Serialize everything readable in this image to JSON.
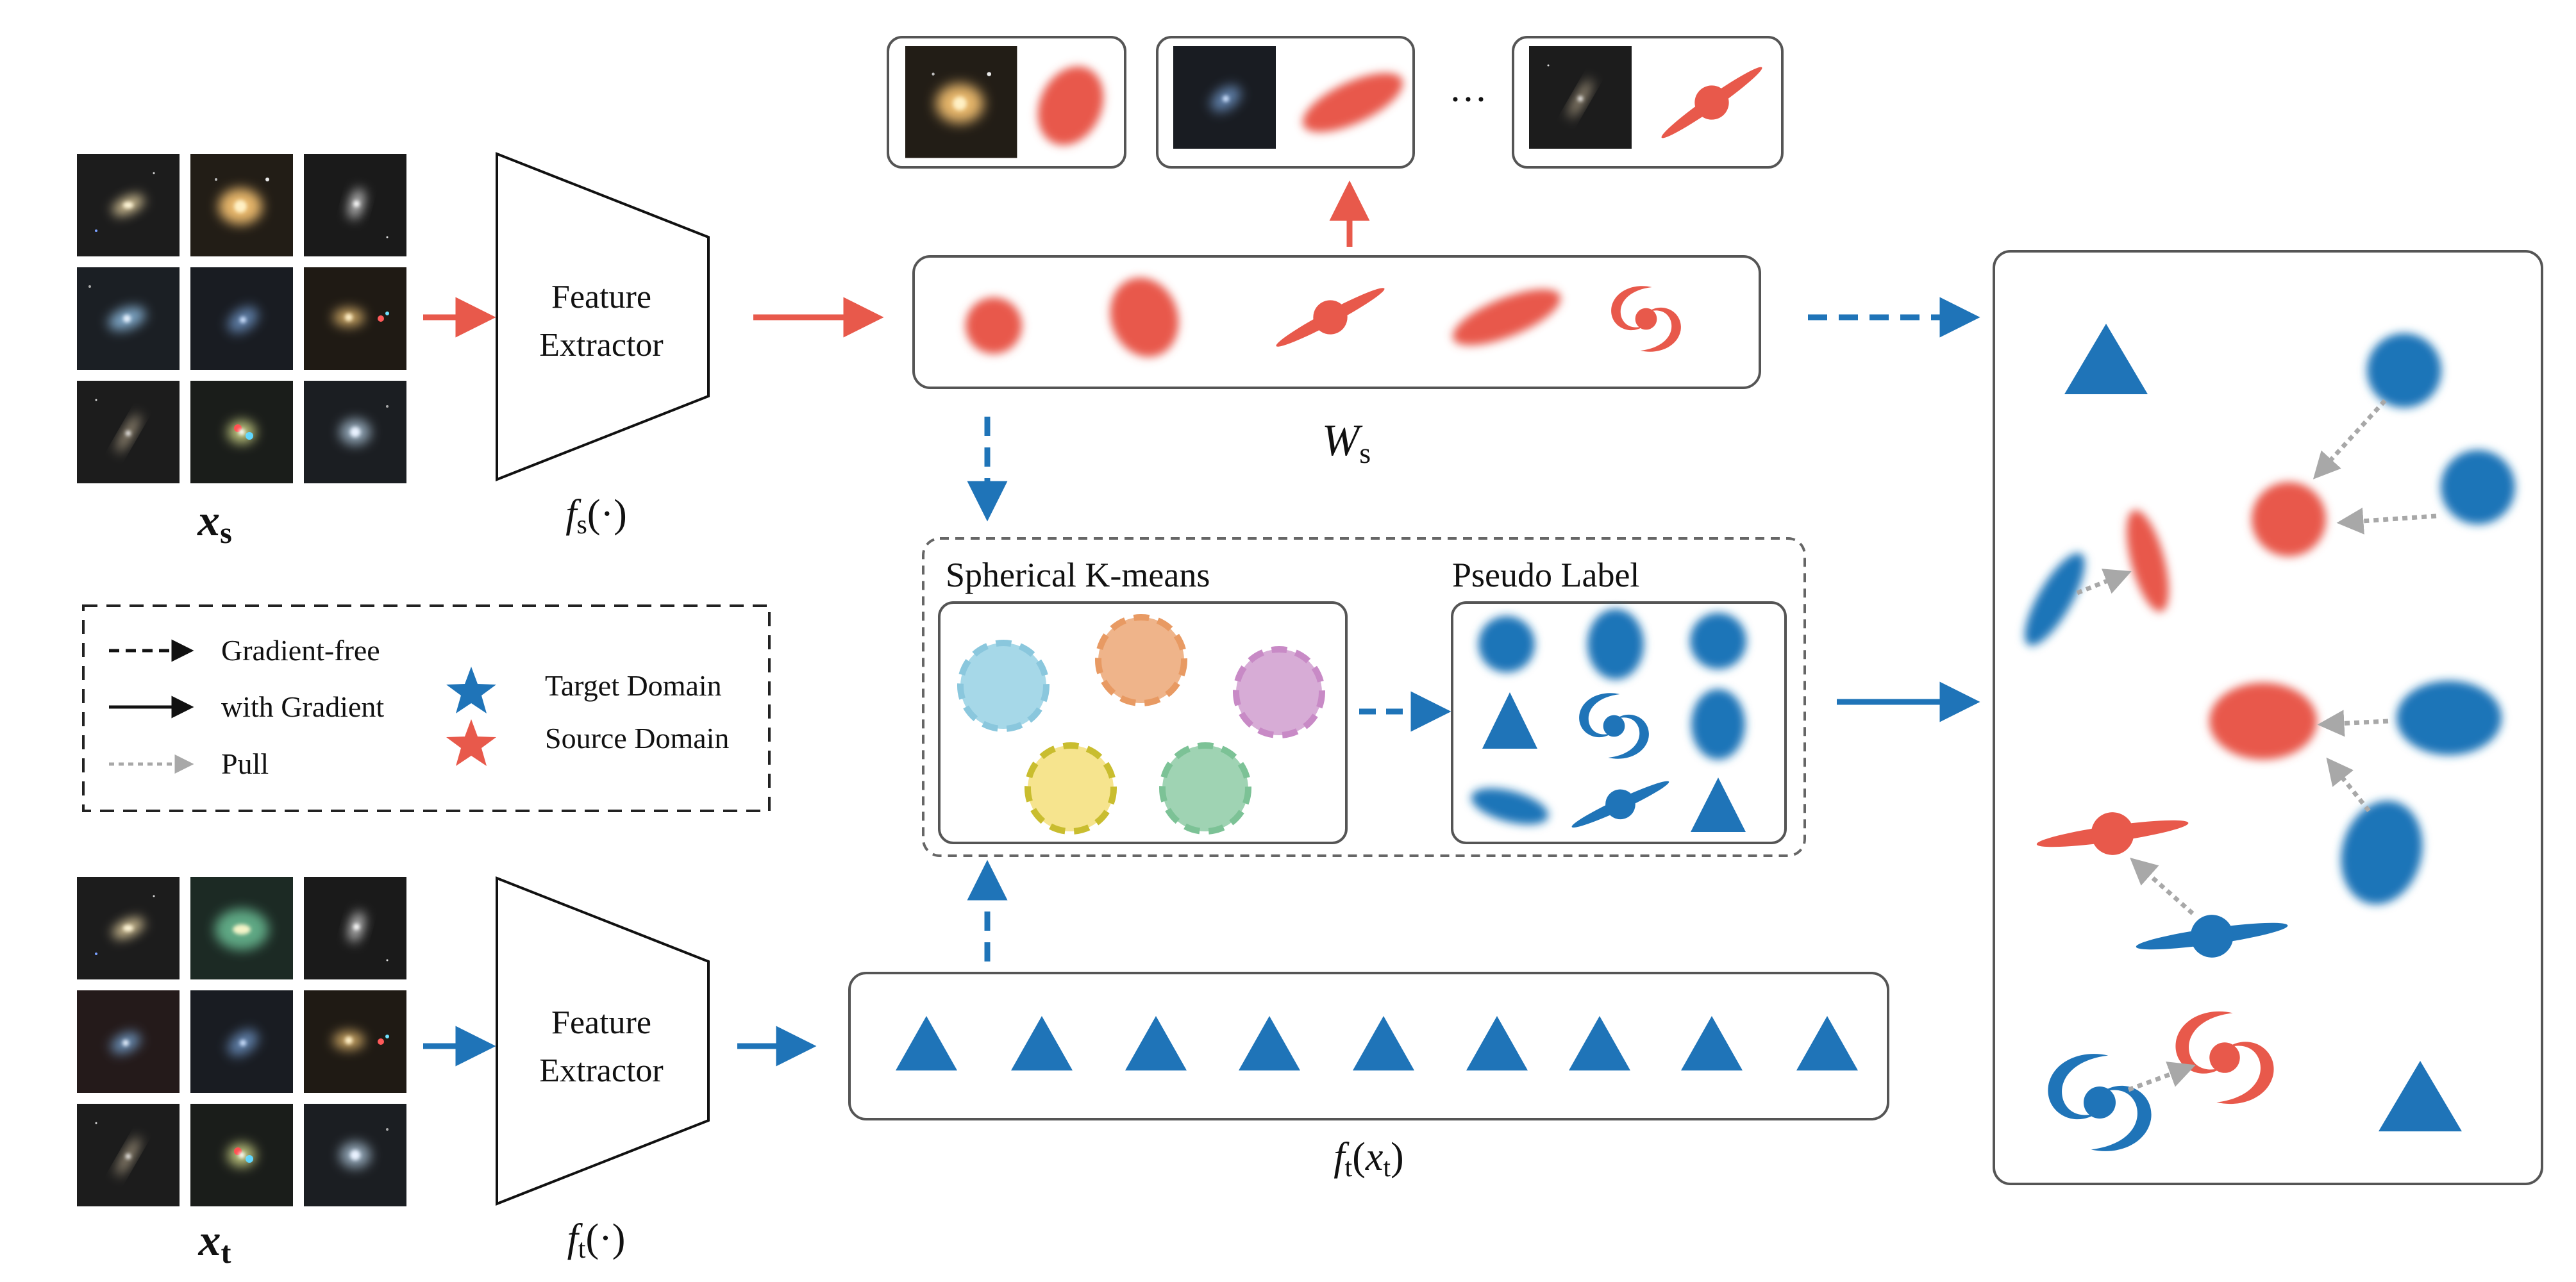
{
  "labels": {
    "feature_extractor_line1": "Feature",
    "feature_extractor_line2": "Extractor",
    "xs_main": "x",
    "xs_sub": "s",
    "xt_main": "x",
    "xt_sub": "t",
    "fs_main": "f",
    "fs_sub": "s",
    "fs_args": "(·)",
    "ft_main": "f",
    "ft_sub": "t",
    "ft_args": "(·)",
    "ws_main": "W",
    "ws_sub": "s",
    "ftxt_main": "f",
    "ftxt_sub": "t",
    "ftxt_open": "(",
    "ftxt_x": "x",
    "ftxt_xsub": "t",
    "ftxt_close": ")",
    "ellipsis": "···",
    "spherical_kmeans": "Spherical K-means",
    "pseudo_label": "Pseudo Label"
  },
  "legend": {
    "gradient_free": "Gradient-free",
    "with_gradient": "with Gradient",
    "pull": "Pull",
    "target_domain": "Target Domain",
    "source_domain": "Source Domain"
  },
  "colors": {
    "source_red": "#e8594b",
    "target_blue": "#1f74b8",
    "pull_gray": "#a8a8a8",
    "cluster_blue": "#a6d8e8",
    "cluster_orange": "#efb48a",
    "cluster_purple": "#d7acd6",
    "cluster_yellow": "#f6e48e",
    "cluster_green": "#9fd3b3"
  },
  "icons": [
    "galaxy-thumbnail",
    "round-blob",
    "elliptical-blob",
    "edge-on-bar",
    "spiral-icon",
    "triangle-icon",
    "star-icon"
  ]
}
